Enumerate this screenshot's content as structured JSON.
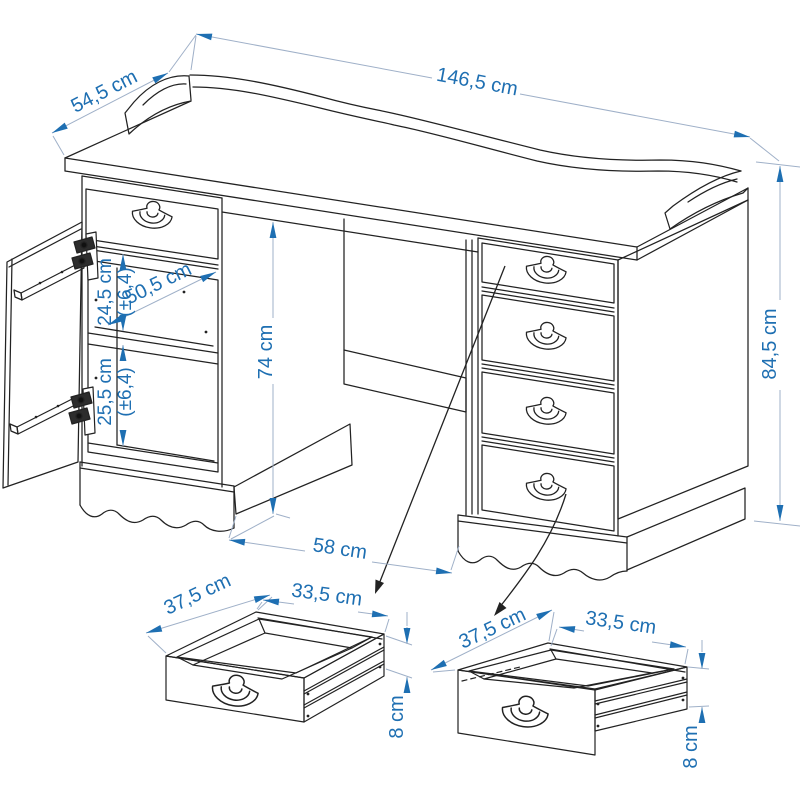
{
  "figure": {
    "type": "furniture-assembly-dimension-diagram",
    "subject": "desk with side cabinet and four drawers, two enlarged drawer views",
    "colors": {
      "dimension_text": "#1e6fb2",
      "dimension_line": "#9fb0c8",
      "artwork_line": "#222222",
      "background": "#ffffff"
    },
    "dimensions": {
      "desk_width": "146,5 cm",
      "desk_depth": "54,5 cm",
      "desk_height": "84,5 cm",
      "kneehole_height": "74 cm",
      "kneehole_width": "58 cm",
      "cabinet_interior_width": "50,5 cm",
      "upper_compartment_height": "24,5 cm",
      "upper_compartment_tolerance": "(±6,4)",
      "lower_compartment_height": "25,5 cm",
      "lower_compartment_tolerance": "(±6,4)"
    },
    "drawer_details": [
      {
        "position": "left",
        "depth": "37,5 cm",
        "width": "33,5 cm",
        "front_height": "8 cm"
      },
      {
        "position": "right",
        "depth": "37,5 cm",
        "width": "33,5 cm",
        "front_height": "8 cm"
      }
    ]
  }
}
